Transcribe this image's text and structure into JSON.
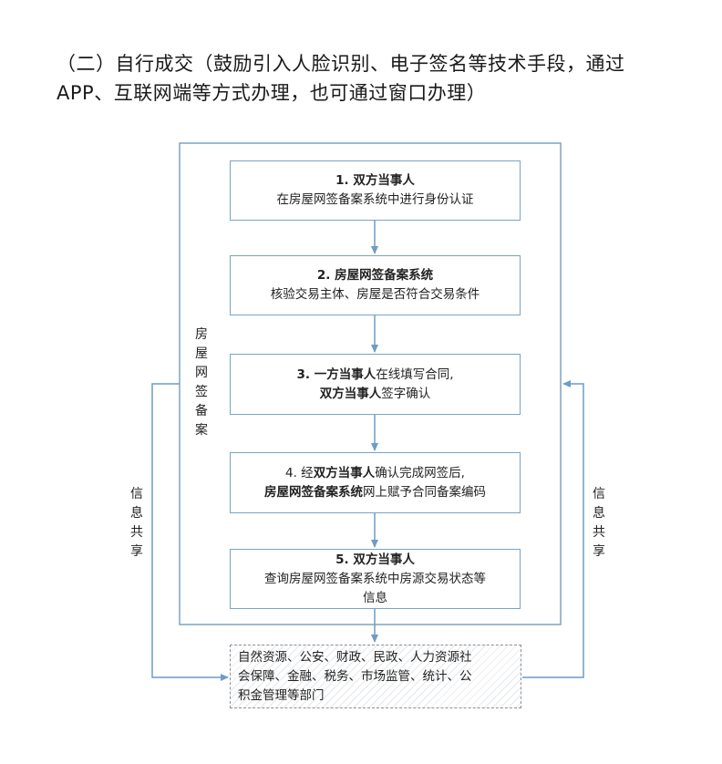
{
  "heading": {
    "line1": "（二）自行成交（鼓励引入人脸识别、电子签名等技术手段，通过",
    "line2": "APP、互联网端等方式办理，也可通过窗口办理）"
  },
  "system_label": "房屋网签备案",
  "info_share_left": "信息共享",
  "info_share_right": "信息共享",
  "steps": [
    {
      "bold": "1. 双方当事人",
      "text": "在房屋网签备案系统中进行身份认证"
    },
    {
      "bold": "2. 房屋网签备案系统",
      "text": "核验交易主体、房屋是否符合交易条件"
    },
    {
      "line1_bold": "3. 一方当事人",
      "line1_text": "在线填写合同,",
      "line2_bold": "双方当事人",
      "line2_text": "签字确认"
    },
    {
      "line1_pre": "4. 经",
      "line1_bold": "双方当事人",
      "line1_text": "确认完成网签后,",
      "line2_bold": "房屋网签备案系统",
      "line2_text": "网上赋予合同备案编码"
    },
    {
      "bold": "5. 双方当事人",
      "text": "查询房屋网签备案系统中房源交易状态等",
      "text2": "信息"
    }
  ],
  "departments": {
    "line1": "自然资源、公安、财政、民政、人力资源社",
    "line2": "会保障、金融、税务、市场监管、统计、公",
    "line3": "积金管理等部门"
  },
  "colors": {
    "line": "#6e9cc4",
    "box_border": "#7aa3c6",
    "hatch_border": "#8a8f96"
  }
}
